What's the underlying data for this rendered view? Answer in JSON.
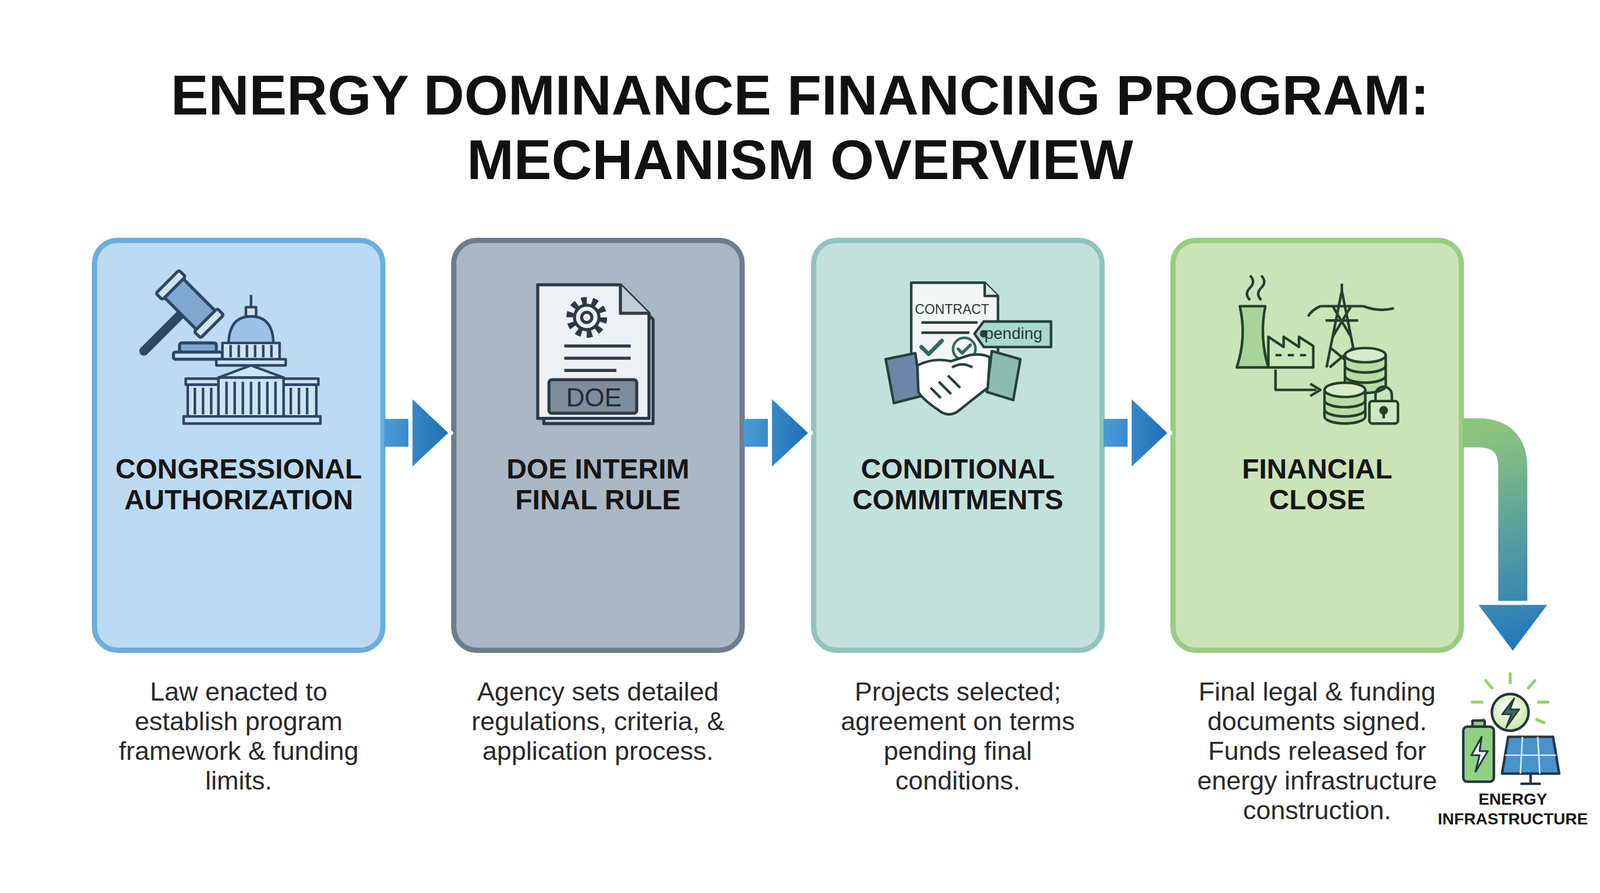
{
  "diagram": {
    "title": "ENERGY DOMINANCE FINANCING PROGRAM: MECHANISM OVERVIEW",
    "nodes": [
      {
        "text": [
          "CONGRESSIONAL AUTHORIZATION",
          "Law enacted to establish program framework & funding limits."
        ]
      },
      {
        "text": [
          "DOE INTERIM FINAL RULE",
          "Agency sets detailed regulations, criteria, & application process."
        ]
      },
      {
        "text": [
          "CONDITIONAL COMMITMENTS",
          "Projects selected; agreement on terms pending final conditions."
        ]
      },
      {
        "text": [
          "FINANCIAL CLOSE",
          "Final legal & funding documents signed. Funds released for energy infrastructure construction."
        ]
      },
      {
        "text": [
          "ENERGY INFRASTRUCTURE"
        ]
      }
    ],
    "edges": [
      {
        "from": 0,
        "to": 1,
        "arrow": "to"
      },
      {
        "from": 1,
        "to": 2,
        "arrow": "to"
      },
      {
        "from": 2,
        "to": 3,
        "arrow": "to"
      },
      {
        "from": 3,
        "to": 4,
        "arrow": "to"
      }
    ],
    "labels": [
      "DOE",
      "CONTRACT",
      "pending"
    ]
  }
}
